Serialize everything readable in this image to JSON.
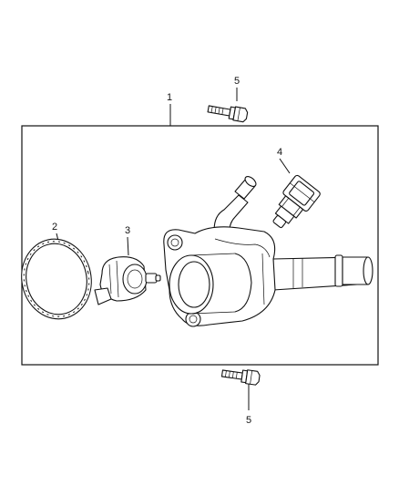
{
  "callouts": {
    "assembly": "1",
    "gasket": "2",
    "thermostat": "3",
    "sensor": "4",
    "bolt_top": "5",
    "bolt_bottom": "5"
  }
}
